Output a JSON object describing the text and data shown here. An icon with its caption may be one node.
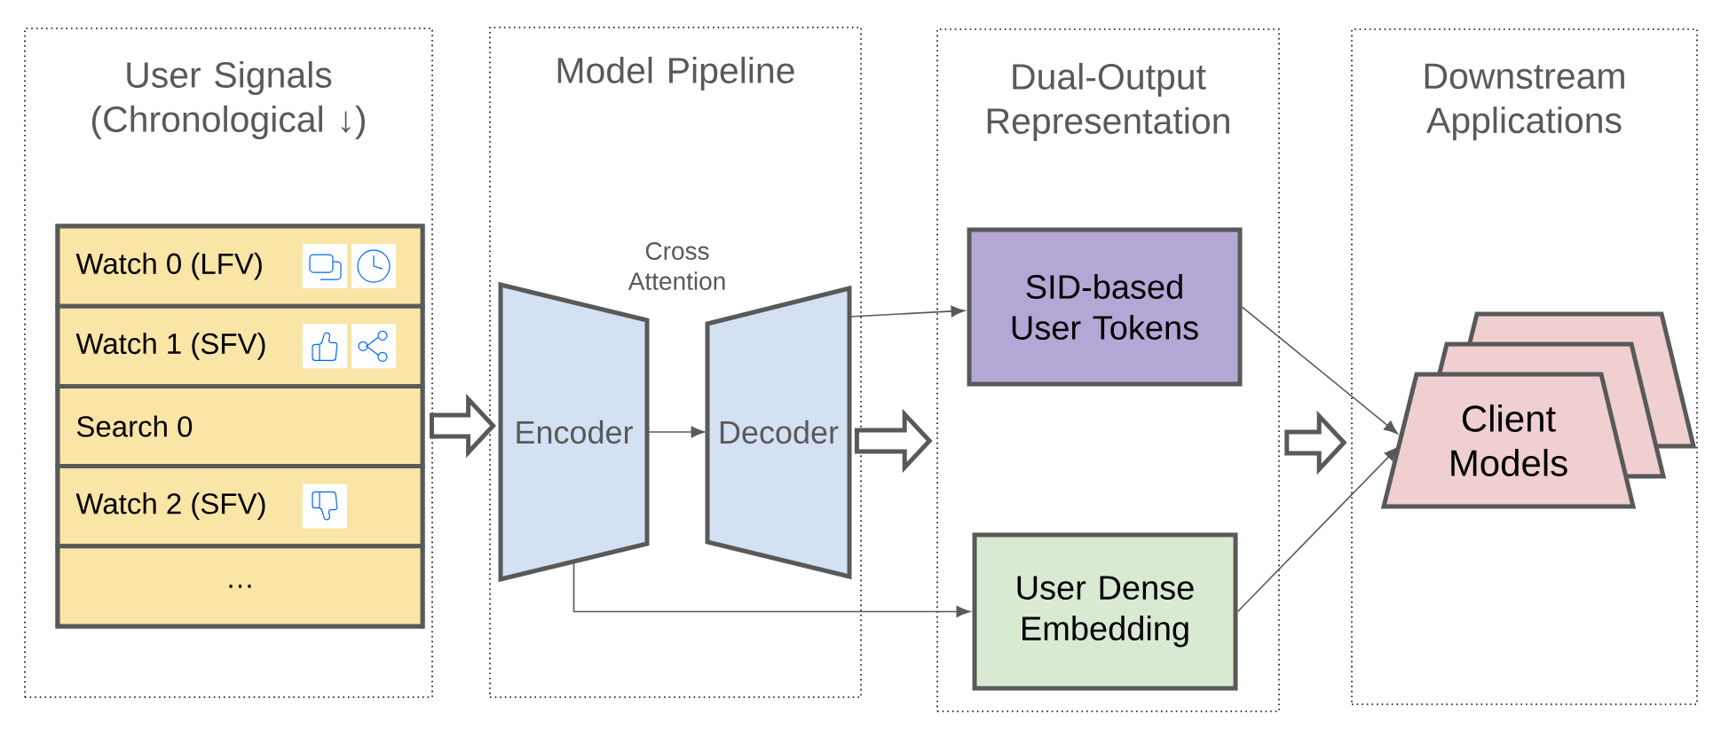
{
  "diagram": {
    "nodes": [
      {
        "text": [
          "User Signals (Chronological ↓)"
        ]
      },
      {
        "text": [],
        "shape": "box",
        "in": 0
      },
      {
        "text": [
          "Watch 0 (LFV)"
        ],
        "in": 1
      },
      {
        "text": [
          "Watch 1 (SFV)"
        ],
        "in": 1
      },
      {
        "text": [
          "Search 0"
        ],
        "in": 1
      },
      {
        "text": [
          "Watch 2 (SFV)"
        ],
        "in": 1
      },
      {
        "text": [
          "…"
        ],
        "in": 1
      },
      {
        "text": [
          "Model Pipeline"
        ]
      },
      {
        "text": [
          "Encoder"
        ],
        "in": 7
      },
      {
        "text": [
          "Decoder"
        ],
        "in": 7
      },
      {
        "text": [
          "Dual-Output Representation"
        ]
      },
      {
        "text": [
          "SID-based User Tokens"
        ],
        "in": 10
      },
      {
        "text": [
          "User Dense Embedding"
        ],
        "in": 10
      },
      {
        "text": [
          "Downstream Applications"
        ]
      },
      {
        "text": [
          "Client Models"
        ],
        "in": 13
      }
    ],
    "edges": [
      {
        "from": 1,
        "to": 8,
        "arrow": "to",
        "style": "thick"
      },
      {
        "from": 8,
        "to": 9,
        "arrow": "to"
      },
      {
        "from": 9,
        "to": 11,
        "arrow": "to"
      },
      {
        "from": 8,
        "to": 12,
        "arrow": "to"
      },
      {
        "from": 9,
        "to": 10,
        "arrow": "to",
        "style": "thick"
      },
      {
        "from": 10,
        "to": 13,
        "arrow": "to",
        "style": "thick"
      },
      {
        "from": 11,
        "to": 14,
        "arrow": "to"
      },
      {
        "from": 12,
        "to": 14,
        "arrow": "to"
      }
    ],
    "labels": [
      "Cross Attention"
    ]
  }
}
